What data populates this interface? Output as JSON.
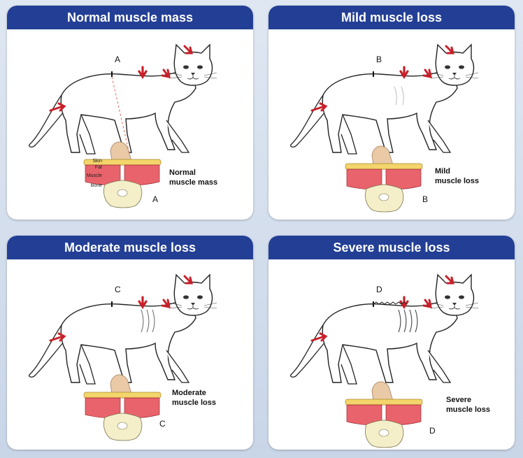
{
  "panels": [
    {
      "title": "Normal muscle mass",
      "marker": "A",
      "section_line1": "Normal",
      "section_line2": "muscle mass",
      "corner_letter": "A",
      "layers": [
        "Skin",
        "Fat",
        "Muscle",
        "Bone"
      ]
    },
    {
      "title": "Mild muscle loss",
      "marker": "B",
      "section_line1": "Mild",
      "section_line2": "muscle loss",
      "corner_letter": "B"
    },
    {
      "title": "Moderate muscle loss",
      "marker": "C",
      "section_line1": "Moderate",
      "section_line2": "muscle loss",
      "corner_letter": "C"
    },
    {
      "title": "Severe muscle loss",
      "marker": "D",
      "section_line1": "Severe",
      "section_line2": "muscle loss",
      "corner_letter": "D"
    }
  ],
  "colors": {
    "header": "#233f95",
    "arrow": "#c8202a",
    "muscle": "#e8636b",
    "fat": "#f3d56b",
    "bone": "#f4efc8"
  }
}
